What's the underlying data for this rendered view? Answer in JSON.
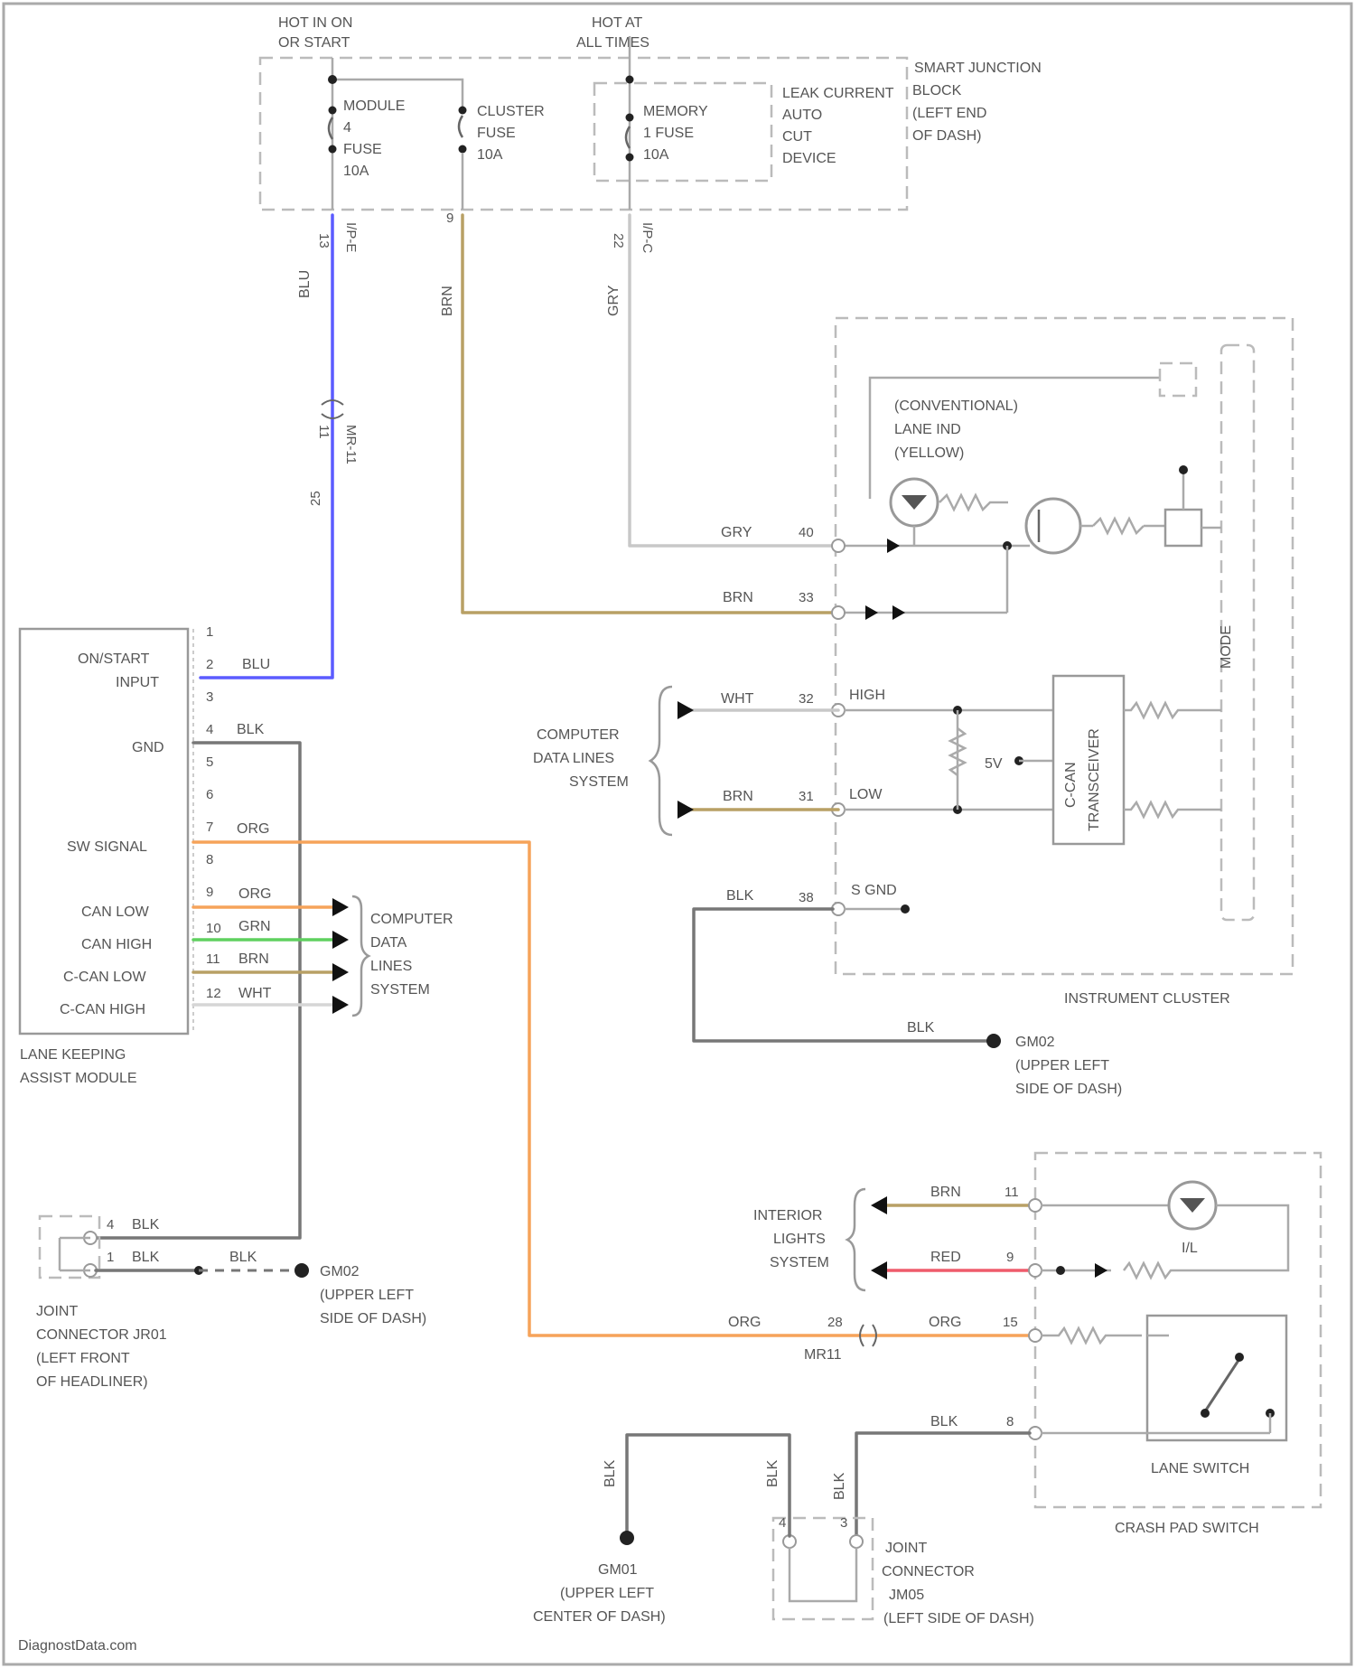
{
  "labels": {
    "hot_in_on": [
      "HOT IN ON",
      "OR START"
    ],
    "hot_at_all": [
      "HOT AT",
      "ALL TIMES"
    ],
    "smart_junction": [
      "SMART JUNCTION",
      "BLOCK",
      "(LEFT END",
      "OF DASH)"
    ],
    "module_fuse": [
      "MODULE",
      "4",
      "FUSE",
      "10A"
    ],
    "cluster_fuse": [
      "CLUSTER",
      "FUSE",
      "10A"
    ],
    "memory_fuse": [
      "MEMORY",
      "1 FUSE",
      "10A"
    ],
    "leak_cut": [
      "LEAK CURRENT",
      "AUTO",
      "CUT",
      "DEVICE"
    ],
    "lane_ind": [
      "(CONVENTIONAL)",
      "LANE IND",
      "(YELLOW)"
    ],
    "mode": "MODE",
    "computer_data_lines_left": [
      "COMPUTER",
      "DATA LINES",
      "SYSTEM"
    ],
    "computer_data_lines_mid": [
      "COMPUTER",
      "DATA",
      "LINES",
      "SYSTEM"
    ],
    "ccan_transceiver": [
      "C-CAN",
      "TRANSCEIVER"
    ],
    "five_v": "5V",
    "high": "HIGH",
    "low": "LOW",
    "s_gnd": "S GND",
    "instrument_cluster": "INSTRUMENT CLUSTER",
    "gm02_a": [
      "GM02",
      "(UPPER LEFT",
      "SIDE OF DASH)"
    ],
    "gm02_b": [
      "GM02",
      "(UPPER LEFT",
      "SIDE OF DASH)"
    ],
    "gm01": [
      "GM01",
      "(UPPER LEFT",
      "CENTER OF DASH)"
    ],
    "lkas_module": [
      "LANE KEEPING",
      "ASSIST MODULE"
    ],
    "lkas_pins": [
      "ON/START",
      "INPUT",
      "GND",
      "SW SIGNAL",
      "CAN LOW",
      "CAN HIGH",
      "C-CAN LOW",
      "C-CAN HIGH"
    ],
    "joint_jr01": [
      "JOINT",
      "CONNECTOR JR01",
      "(LEFT FRONT",
      "OF HEADLINER)"
    ],
    "joint_jm05": [
      "JOINT",
      "CONNECTOR",
      "JM05",
      "(LEFT SIDE OF DASH)"
    ],
    "interior_lights": [
      "INTERIOR",
      "LIGHTS",
      "SYSTEM"
    ],
    "il": "I/L",
    "lane_switch": "LANE SWITCH",
    "crash_pad_switch": "CRASH PAD SWITCH",
    "mr11": "MR11",
    "watermark": "DiagnostData.com"
  },
  "wires": {
    "blu": "BLU",
    "brn": "BRN",
    "gry": "GRY",
    "blk": "BLK",
    "org": "ORG",
    "grn": "GRN",
    "wht": "WHT",
    "red": "RED"
  },
  "pins": {
    "sj_13": "13",
    "sj_i": "I/P-E",
    "sj_9": "9",
    "sj_22": "22",
    "sj_ic": "I/P-C",
    "c_11": "11",
    "c_m": "MR-11",
    "c_25": "25",
    "c_4": "4",
    "ic_40": "40",
    "ic_33": "33",
    "ic_32": "32",
    "ic_31": "31",
    "ic_38": "38",
    "lk_1": "1",
    "lk_2": "2",
    "lk_3": "3",
    "lk_4": "4",
    "lk_5": "5",
    "lk_6": "6",
    "lk_7": "7",
    "lk_8": "8",
    "lk_9": "9",
    "lk_10": "10",
    "lk_11": "11",
    "lk_12": "12",
    "jr_4": "4",
    "jr_1": "1",
    "cp_11": "11",
    "cp_9": "9",
    "cp_15": "15",
    "cp_8": "8",
    "mr_28": "28",
    "jm_4": "4",
    "jm_3": "3"
  },
  "colors": {
    "blu": "#5b5bff",
    "brn": "#b8a065",
    "gry": "#c8c8c8",
    "blk": "#777777",
    "org": "#f6a35a",
    "grn": "#5fd05f",
    "red": "#ef5b6b",
    "dash": "#bbbbbb"
  }
}
